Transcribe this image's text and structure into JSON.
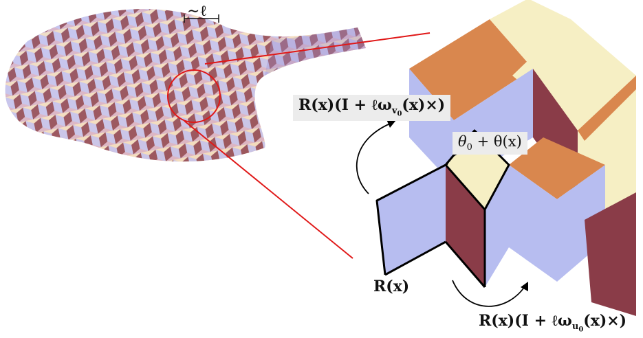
{
  "figure": {
    "scale_label": "∼ℓ",
    "top_rotation_label": "R(x)(I + ℓω",
    "top_rotation_sub": "v",
    "top_rotation_subsub": "0",
    "top_rotation_tail": "(x)×)",
    "angle_label": "θ",
    "angle_sub": "0",
    "angle_tail": " + θ(x)",
    "base_rotation_label": "R(x)",
    "bottom_rotation_label": "R(x)(I + ℓω",
    "bottom_rotation_sub": "u",
    "bottom_rotation_subsub": "0",
    "bottom_rotation_tail": "(x)×)",
    "colors": {
      "face_blue": "#b7bdf0",
      "face_cream": "#f6efc4",
      "face_maroon": "#8a3c48",
      "face_orange": "#d9874e",
      "callout_red": "#e01818"
    }
  }
}
